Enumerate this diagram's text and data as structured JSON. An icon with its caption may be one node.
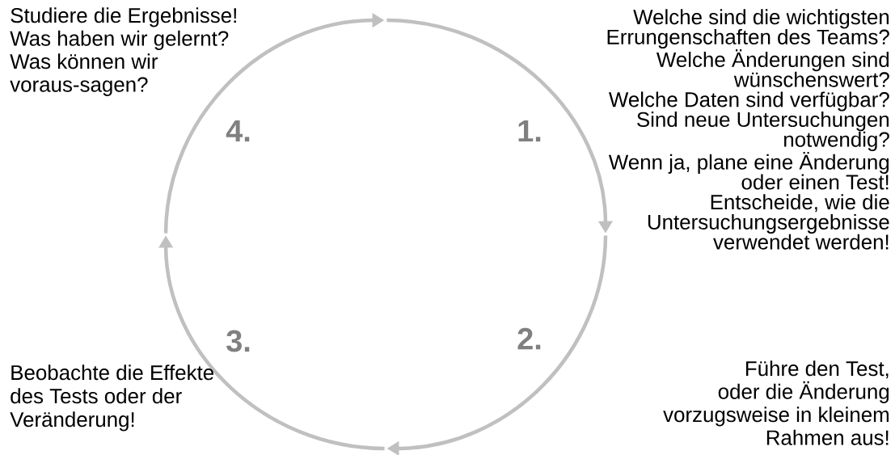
{
  "diagram": {
    "labels": [
      "Studiere die Ergebnisse!",
      "Was haben wir gelernt?",
      "Was können wir voraus-sagen?",
      "Welche sind die wichtigsten Errungenschaften des Teams?",
      "Welche Änderungen sind wünschenswert?",
      "Welche Daten sind verfügbar?",
      "Sind neue Untersuchungen notwendig?",
      "Wenn ja, plane eine Änderung oder einen Test!",
      "Entscheide, wie die Untersuchungsergebnisse verwendet werden!",
      "4.",
      "1.",
      "3.",
      "2.",
      "Beobachte die Effekte des Tests oder der Veränderung!",
      "Führe den Test,",
      "oder die Änderung vorzugsweise in kleinem Rahmen aus!"
    ]
  }
}
